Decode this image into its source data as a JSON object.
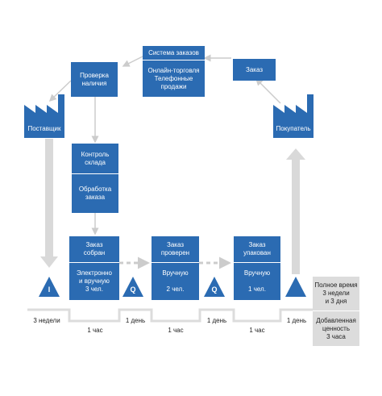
{
  "colors": {
    "primary": "#2b6bb2",
    "arrow": "#d9d9d9",
    "summary_bg": "#dcdcdc"
  },
  "nodes": {
    "order_system": "Система заказов",
    "channels": "Онлайн-торговля\nТелефонные\nпродажи",
    "order": "Заказ",
    "availability_check": "Проверка\nналичия",
    "supplier": "Поставщик",
    "customer": "Покупатель",
    "warehouse_control": "Контроль\nсклада",
    "order_processing": "Обработка\nзаказа"
  },
  "process": [
    {
      "title": "Заказ\nсобран",
      "detail": "Электронно\nи вручную\n3 чел."
    },
    {
      "title": "Заказ\nпроверен",
      "detail": "Вручную\n\n2 чел."
    },
    {
      "title": "Заказ\nупакован",
      "detail": "Вручную\n\n1 чел."
    }
  ],
  "inventory_markers": [
    "I",
    "Q",
    "Q"
  ],
  "timeline": {
    "wait_times": [
      "3 недели",
      "1 день",
      "1 день",
      "1 день"
    ],
    "process_times": [
      "1 час",
      "1 час",
      "1 час"
    ]
  },
  "summary": {
    "lead_time": "Полное время\n3 недели\nи 3 дня",
    "value_added": "Добавленная\nценность\n3 часа"
  }
}
